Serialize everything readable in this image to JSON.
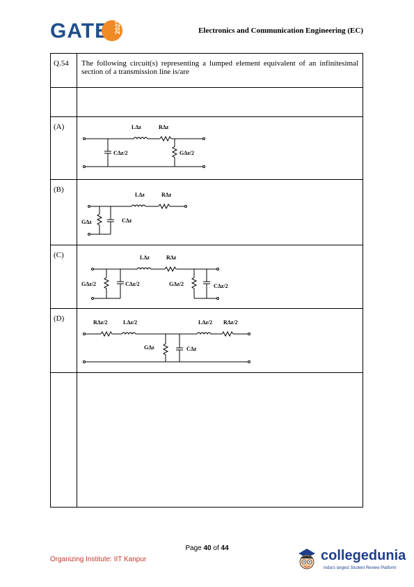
{
  "header": {
    "logo_text": "GATE",
    "logo_year": "2023",
    "title": "Electronics and Communication Engineering (EC)"
  },
  "question": {
    "number": "Q.54",
    "text": "The following circuit(s) representing a lumped element equivalent of an infinitesimal section of a transmission line is/are"
  },
  "options": [
    {
      "label": "(A)",
      "components": {
        "l": "LΔz",
        "r": "RΔz",
        "c": "CΔz/2",
        "g": "GΔz/2"
      }
    },
    {
      "label": "(B)",
      "components": {
        "l": "LΔz",
        "r": "RΔz",
        "g": "GΔz",
        "c": "CΔz"
      }
    },
    {
      "label": "(C)",
      "components": {
        "l": "LΔz",
        "r": "RΔz",
        "g1": "GΔz/2",
        "c1": "CΔz/2",
        "g2": "GΔz/2",
        "c2": "CΔz/2"
      }
    },
    {
      "label": "(D)",
      "components": {
        "r1": "RΔz/2",
        "l1": "LΔz/2",
        "l2": "LΔz/2",
        "r2": "RΔz/2",
        "g": "GΔz",
        "c": "CΔz"
      }
    }
  ],
  "footer": {
    "page_prefix": "Page ",
    "page_current": "40",
    "page_sep": " of ",
    "page_total": "44",
    "organizer": "Organizing Institute: IIT Kanpur",
    "brand": "collegedunia",
    "brand_tagline": "India's largest Student Review Platform"
  },
  "colors": {
    "gate_blue": "#1f4e8c",
    "gate_orange": "#f08a24",
    "organizer_red": "#c0392b",
    "brand_blue": "#1f3f8c"
  }
}
